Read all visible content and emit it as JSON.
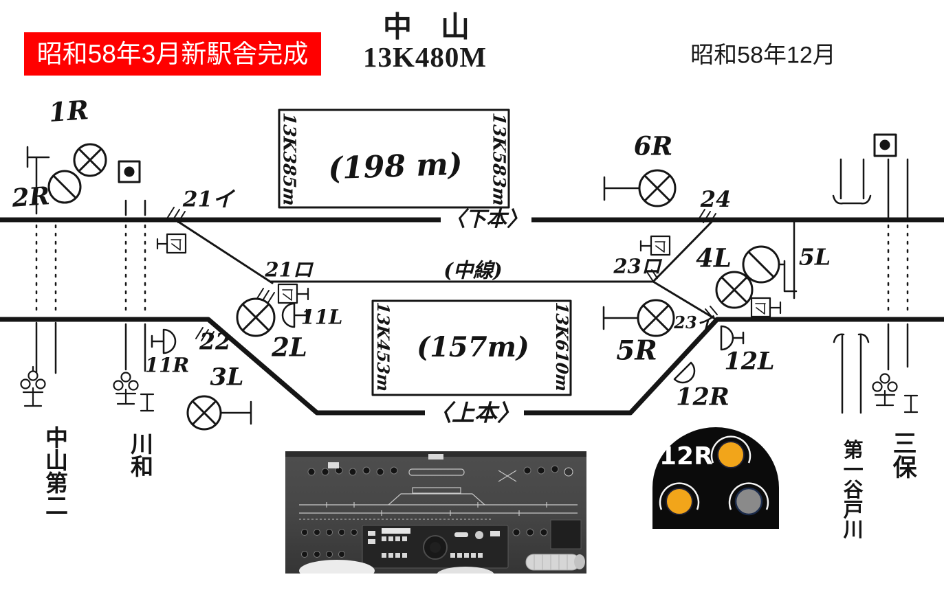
{
  "banner": {
    "text": "昭和58年3月新駅舎完成",
    "bg": "#ff0000",
    "fg": "#ffffff"
  },
  "header": {
    "station": "中　山",
    "milepost": "13K480M"
  },
  "date_note": "昭和58年12月",
  "diagram": {
    "type": "railway-track-schematic",
    "track_labels": {
      "down_main": "〈下本〉",
      "middle": "(中線)",
      "up_main": "〈上本〉"
    },
    "platforms": [
      {
        "length": "(198 m)",
        "km_start": "13K385m",
        "km_end": "13K583m"
      },
      {
        "length": "(157m)",
        "km_start": "13K453m",
        "km_end": "13K610m"
      }
    ],
    "signals": {
      "s1r": "1R",
      "s2r": "2R",
      "s6r": "6R",
      "s5r": "5R",
      "s3l": "3L",
      "s2l": "2L",
      "s4l": "4L",
      "s5l": "5L",
      "s11r": "11R",
      "s11l": "11L",
      "s12l": "12L",
      "s12r": "12R"
    },
    "turnouts": {
      "t21i": "21イ",
      "t21ro": "21ロ",
      "t22": "22",
      "t24": "24",
      "t23ro": "23ロ",
      "t23i": "23イ"
    },
    "crossings": {
      "c1": "中山第二",
      "c2": "川和",
      "river": "第一谷戸川",
      "c3": "三保"
    }
  },
  "signal_display": {
    "label": "12R",
    "lamps": [
      {
        "position": "top",
        "color": "amber"
      },
      {
        "position": "bottom-left",
        "color": "amber"
      },
      {
        "position": "bottom-right",
        "color": "gray"
      }
    ],
    "colors": {
      "amber": "#F2A51A",
      "gray": "#8a8a8a",
      "body": "#0b0b0b",
      "hood": "#f5f5f5"
    }
  },
  "colors": {
    "accent_red": "#ff0000",
    "ink": "#151515",
    "panel_gray": "#3f3f3f"
  }
}
